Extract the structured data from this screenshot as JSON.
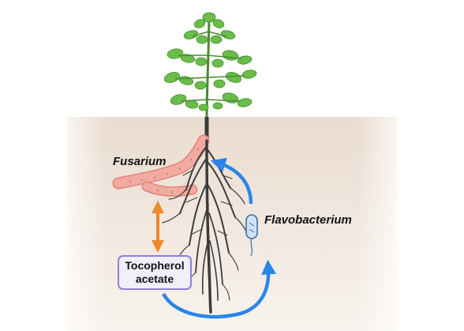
{
  "labels": {
    "fungus": "Fusarium",
    "bacterium": "Flavobacterium",
    "compound_line1": "Tocopherol",
    "compound_line2": "acetate"
  },
  "colors": {
    "sky": "#ffffff",
    "soil_top": "#eadcd0",
    "soil_bottom": "#f7f1ec",
    "stem": "#3a3a3a",
    "leaf": "#6cbc4a",
    "leaf_dark": "#3f8f2c",
    "root": "#3b3b3b",
    "hypha_fill": "#f3aaa0",
    "hypha_edge": "#e08478",
    "blue_arrow": "#2a86e8",
    "orange_arrow": "#ee8a2a",
    "box_border": "#8e7fd6",
    "box_fill": "#f2effc"
  },
  "icons": [
    "tomato-plant-icon",
    "fusarium-hypha-icon",
    "flavobacterium-cell-icon",
    "double-headed-arrow-icon",
    "curved-arrow-icon"
  ]
}
